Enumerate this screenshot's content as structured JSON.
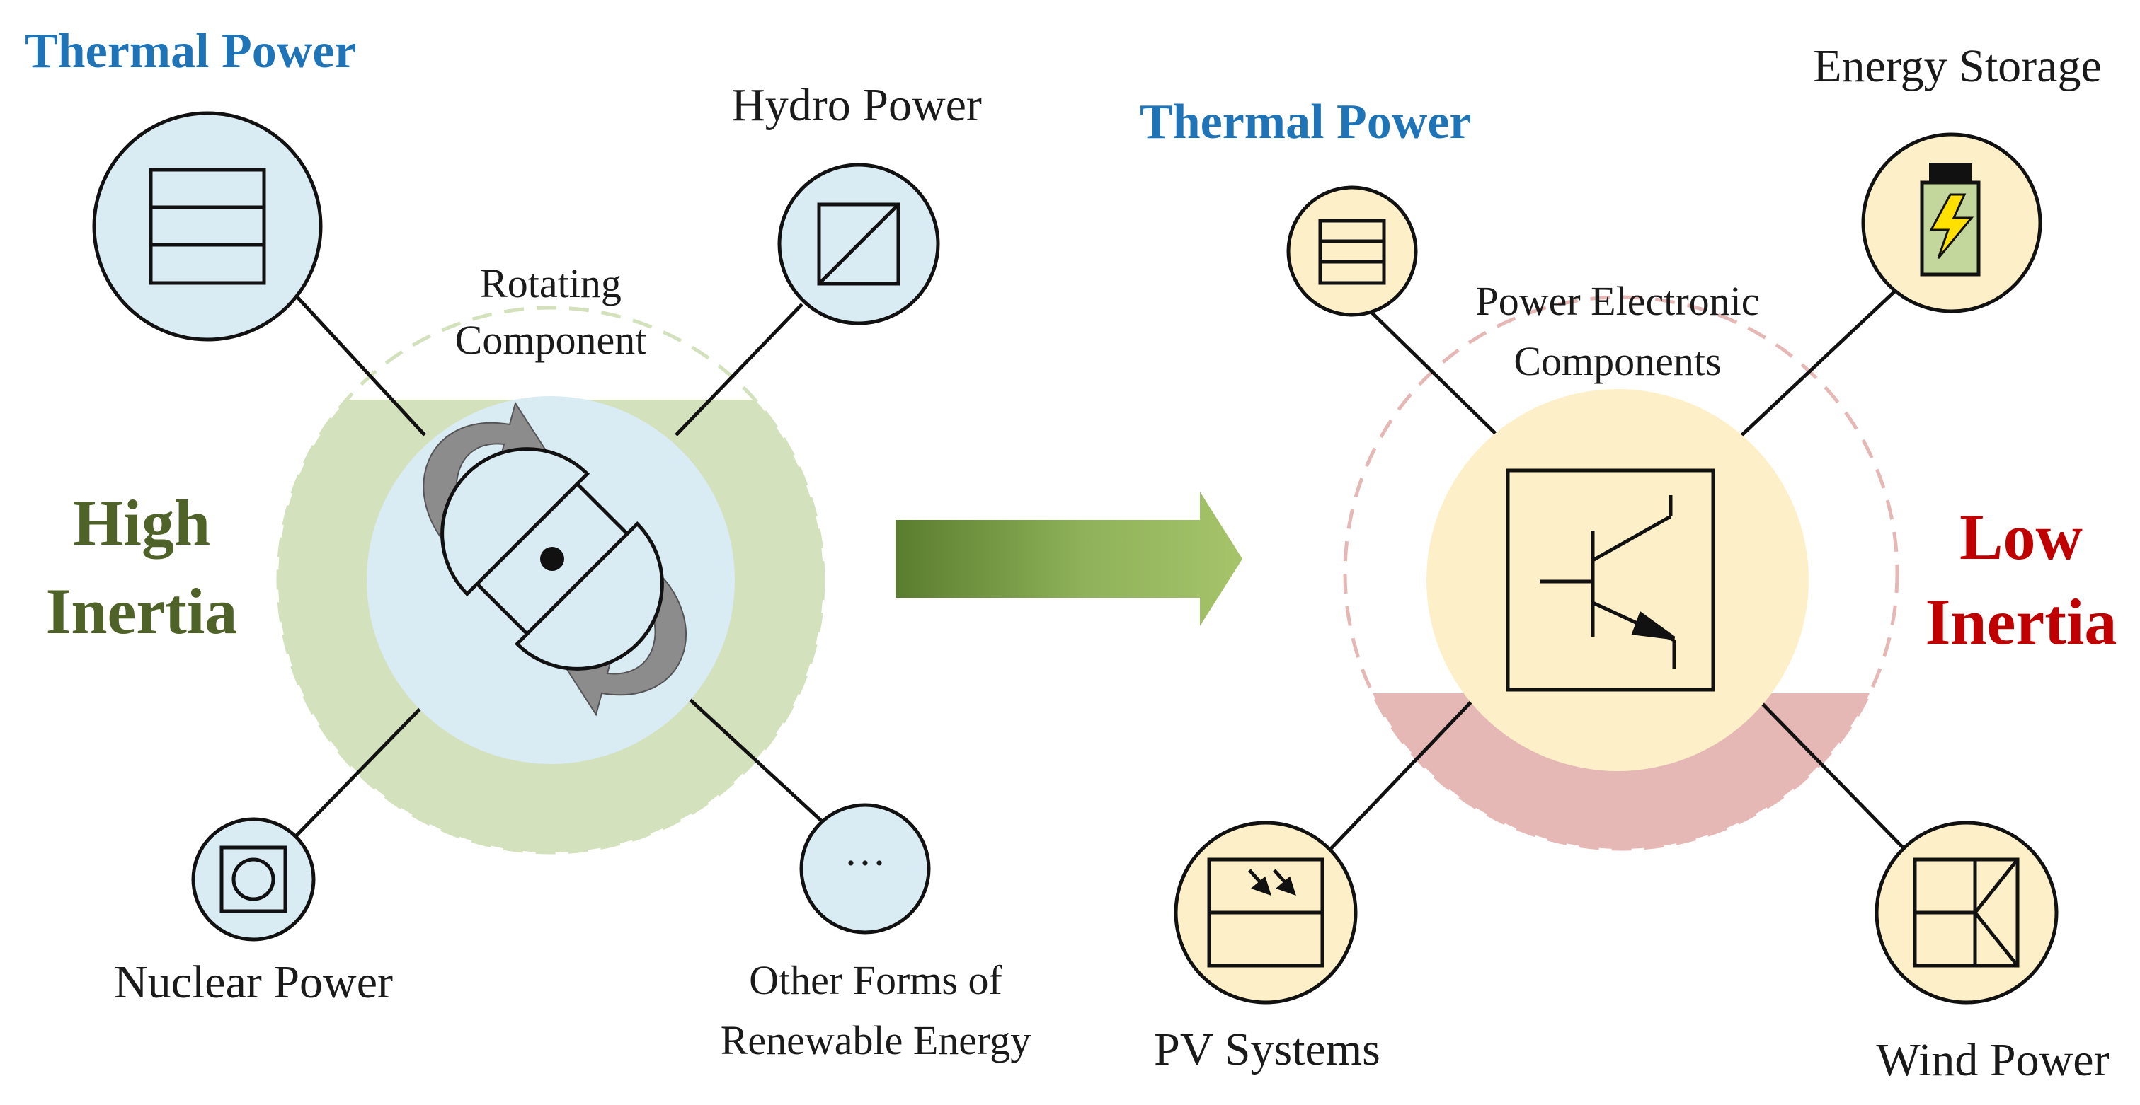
{
  "colors": {
    "thermal_blue": "#1f74b8",
    "high_inertia_green": "#4f6228",
    "low_inertia_red": "#c00000",
    "left_node_fill": "#d9ebf3",
    "right_node_fill": "#fdf0c8",
    "green_band": "#d3e1bd",
    "red_band": "#e6b8b5",
    "arrow_dark": "#5a7c2e",
    "arrow_light": "#a6c46a"
  },
  "left": {
    "thermal_label": "Thermal Power",
    "hydro_label": "Hydro Power",
    "nuclear_label": "Nuclear Power",
    "other_label_line1": "Other Forms of",
    "other_label_line2": "Renewable Energy",
    "center_label_line1": "Rotating",
    "center_label_line2": "Component",
    "inertia_line1": "High",
    "inertia_line2": "Inertia",
    "other_node_glyph": "···"
  },
  "right": {
    "thermal_label": "Thermal Power",
    "storage_label": "Energy Storage",
    "pv_label": "PV Systems",
    "wind_label": "Wind Power",
    "center_label_line1": "Power Electronic",
    "center_label_line2": "Components",
    "inertia_line1": "Low",
    "inertia_line2": "Inertia"
  }
}
